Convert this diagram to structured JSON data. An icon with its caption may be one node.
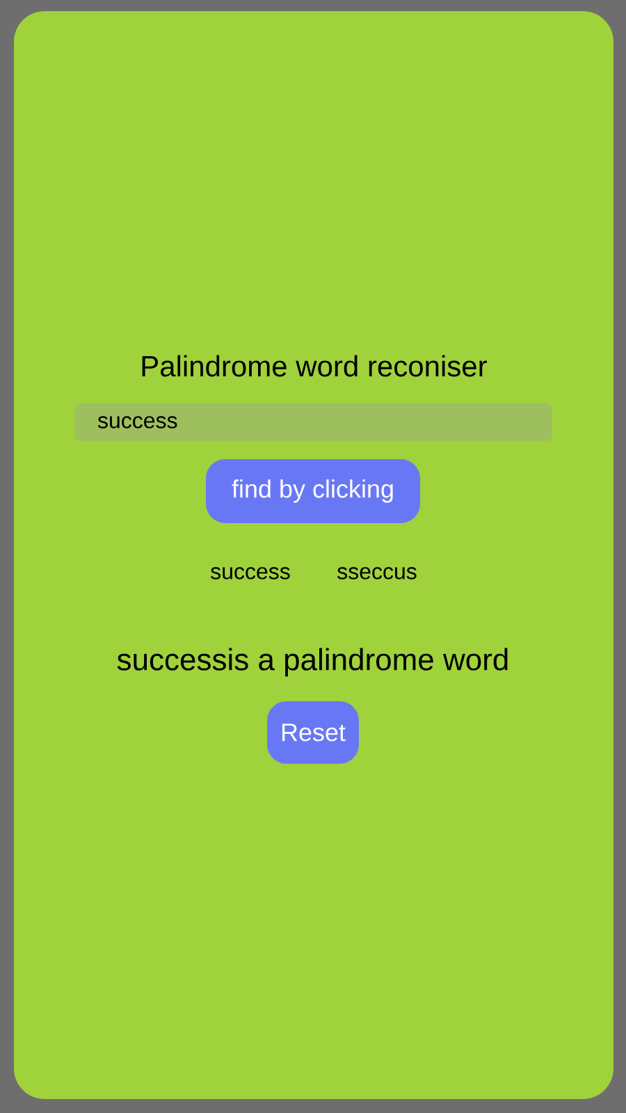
{
  "diagram": {
    "title": "Palindrome word reconiser",
    "nodes": [
      {
        "text": [
          "success"
        ]
      },
      {
        "text": [
          "find by clicking"
        ]
      },
      {
        "text": [
          "Reset"
        ]
      }
    ],
    "labels": [
      "success",
      "sseccus",
      "successis  a palindrome word"
    ]
  }
}
